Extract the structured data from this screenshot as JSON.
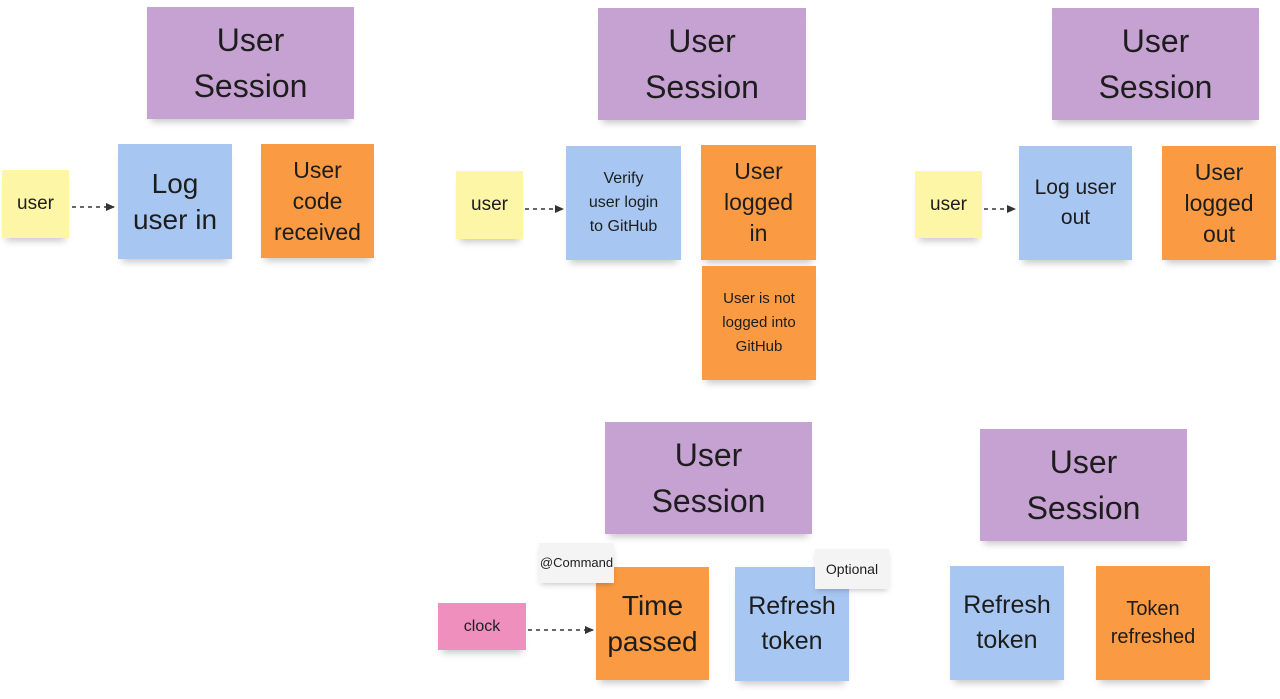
{
  "colors": {
    "aggregate": "#c6a2d3",
    "command": "#a7c7f2",
    "event": "#fa9a43",
    "actor": "#fcf6a6",
    "external": "#ee8fbd",
    "tag": "#f4f4f4",
    "arrow": "#333333"
  },
  "row1": {
    "login": {
      "aggregate": "User\nSession",
      "actor": "user",
      "command": "Log\nuser in",
      "event": "User\ncode\nreceived"
    },
    "verify": {
      "aggregate": "User\nSession",
      "actor": "user",
      "command": "Verify\nuser login\nto GitHub",
      "event_success": "User\nlogged\nin",
      "event_failure": "User is not\nlogged into\nGitHub"
    },
    "logout": {
      "aggregate": "User\nSession",
      "actor": "user",
      "command": "Log user\nout",
      "event": "User\nlogged\nout"
    }
  },
  "row2": {
    "refresh_trigger": {
      "aggregate": "User\nSession",
      "tag_command": "@Command",
      "external": "clock",
      "event": "Time\npassed",
      "command": "Refresh\ntoken",
      "tag_optional": "Optional"
    },
    "refresh": {
      "aggregate": "User\nSession",
      "command": "Refresh\ntoken",
      "event": "Token\nrefreshed"
    }
  }
}
